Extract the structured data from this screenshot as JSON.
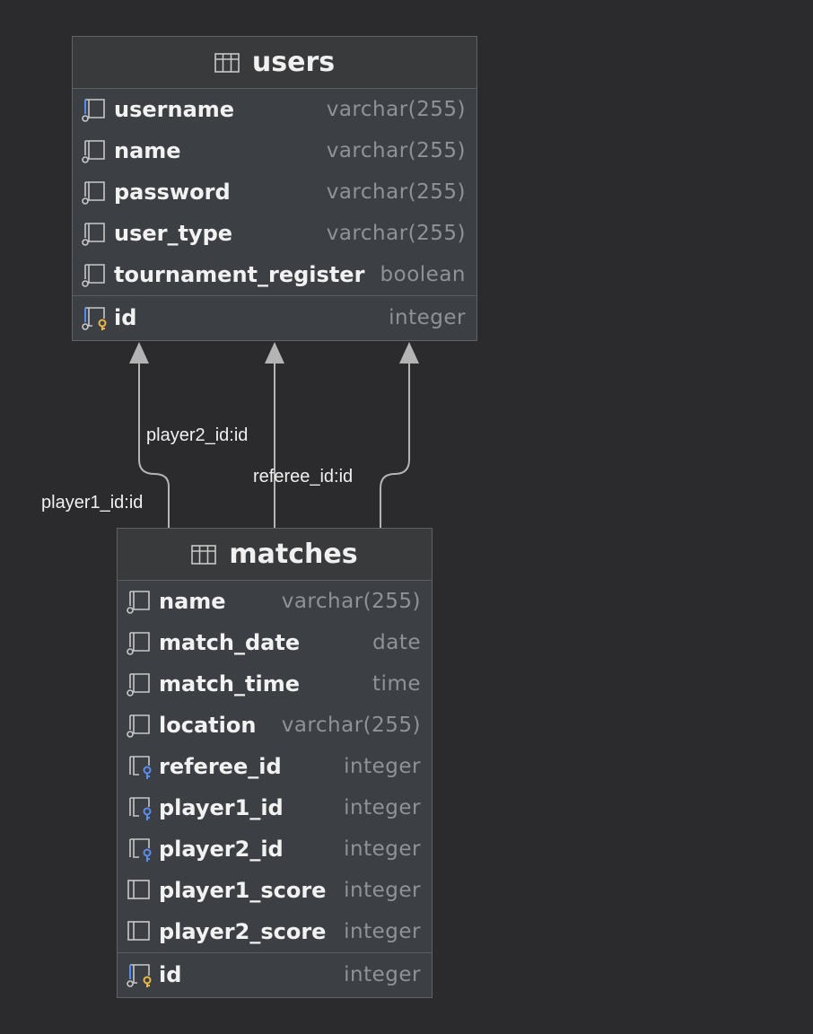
{
  "tables": {
    "users": {
      "name": "users",
      "columns": [
        {
          "name": "username",
          "type": "varchar(255)",
          "icon": "column-icon-highlighted"
        },
        {
          "name": "name",
          "type": "varchar(255)",
          "icon": "column-icon"
        },
        {
          "name": "password",
          "type": "varchar(255)",
          "icon": "column-icon"
        },
        {
          "name": "user_type",
          "type": "varchar(255)",
          "icon": "column-icon"
        },
        {
          "name": "tournament_register",
          "type": "boolean",
          "icon": "column-icon"
        }
      ],
      "primary_key": {
        "name": "id",
        "type": "integer",
        "icon": "primary-key-icon"
      }
    },
    "matches": {
      "name": "matches",
      "columns": [
        {
          "name": "name",
          "type": "varchar(255)",
          "icon": "column-icon"
        },
        {
          "name": "match_date",
          "type": "date",
          "icon": "column-icon"
        },
        {
          "name": "match_time",
          "type": "time",
          "icon": "column-icon"
        },
        {
          "name": "location",
          "type": "varchar(255)",
          "icon": "column-icon"
        },
        {
          "name": "referee_id",
          "type": "integer",
          "icon": "foreign-key-icon"
        },
        {
          "name": "player1_id",
          "type": "integer",
          "icon": "foreign-key-icon"
        },
        {
          "name": "player2_id",
          "type": "integer",
          "icon": "foreign-key-icon"
        },
        {
          "name": "player1_score",
          "type": "integer",
          "icon": "nullable-column-icon"
        },
        {
          "name": "player2_score",
          "type": "integer",
          "icon": "nullable-column-icon"
        }
      ],
      "primary_key": {
        "name": "id",
        "type": "integer",
        "icon": "primary-key-icon"
      }
    }
  },
  "relations": [
    {
      "label": "player1_id:id",
      "from": "matches.player1_id",
      "to": "users.id"
    },
    {
      "label": "player2_id:id",
      "from": "matches.player2_id",
      "to": "users.id"
    },
    {
      "label": "referee_id:id",
      "from": "matches.referee_id",
      "to": "users.id"
    }
  ],
  "colors": {
    "background": "#2b2b2e",
    "table_body": "#3c3f44",
    "edge": "#b4b4b4",
    "fk_key": "#5a8dee",
    "pk_key": "#e8b84a",
    "column_accent": "#4f8ef7"
  }
}
